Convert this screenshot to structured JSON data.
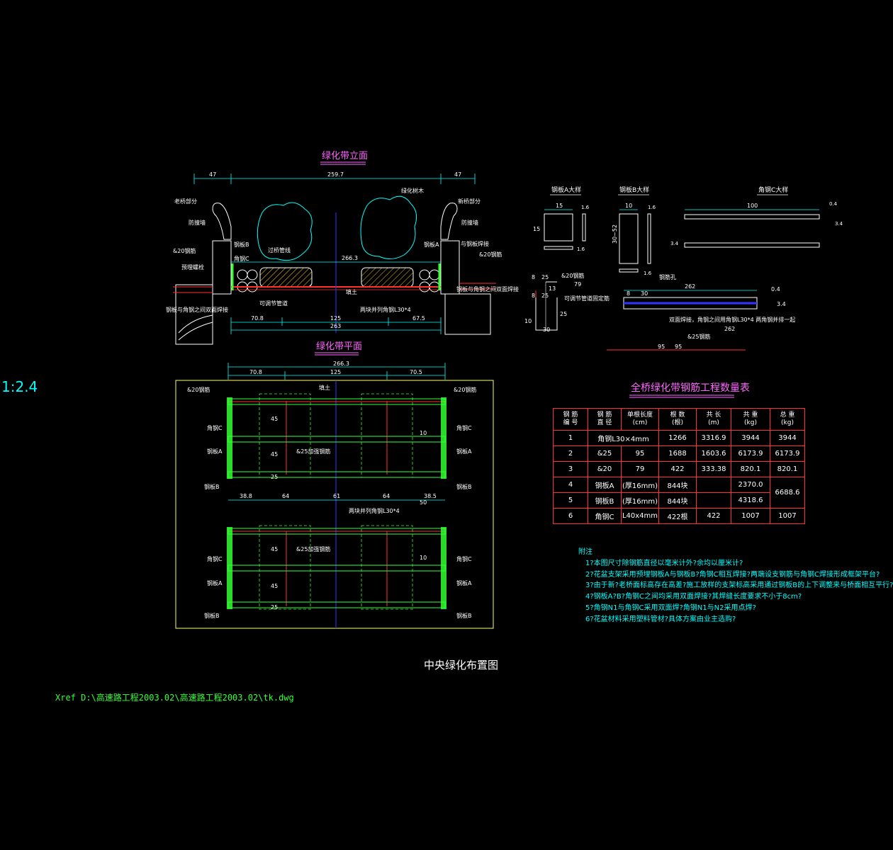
{
  "scale_label": "1:2.4",
  "drawing_title": "中央绿化布置图",
  "xref_path": "Xref D:\\高速路工程2003.02\\高速路工程2003.02\\tk.dwg",
  "elevation": {
    "title": "绿化带立面",
    "dims_top": [
      "47",
      "259.7",
      "47"
    ],
    "dim_inner": "266.3",
    "dims_bottom": [
      "70.8",
      "125",
      "67.5"
    ],
    "dim_total": "263",
    "labels": {
      "old_bridge": "老桥部分",
      "new_bridge": "新桥部分",
      "barrier_l": "防撞墙",
      "barrier_r": "防撞墙",
      "rebar20_l": "&20钢筋",
      "rebar20_r": "&20钢筋",
      "plate_b_l": "钢板B",
      "plate_a_r": "钢板A",
      "angle_c": "角钢C",
      "pipe": "过桥管线",
      "tree": "绿化树木",
      "soil": "填土",
      "drain": "可调节管道",
      "weld": "与钢板焊接",
      "bolt": "预埋螺栓",
      "steel30": "两块并列角钢L30*4",
      "bottom_l": "钢板与角钢之间双面焊接",
      "plate_note_r": "钢板与角钢之间双面焊接"
    }
  },
  "plate_a": {
    "title": "钢板A大样",
    "dims": [
      "15",
      "15",
      "1.6",
      "1.6"
    ]
  },
  "plate_b": {
    "title": "钢板B大样",
    "dims": [
      "10",
      "30~52",
      "1.6",
      "1.6"
    ]
  },
  "angle_c": {
    "title": "角钢C大样",
    "dims": [
      "100",
      "0.4",
      "3.4",
      "3.4"
    ]
  },
  "rebar_detail": {
    "label_a": "&20钢筋",
    "dims": [
      "8",
      "25",
      "79",
      "13",
      "8",
      "25",
      "10",
      "30",
      "25"
    ],
    "note": "可调节管道固定筋"
  },
  "long_detail": {
    "label": "钢筋孔",
    "dims": [
      "8",
      "30",
      "262",
      "0.4",
      "3.4",
      "262"
    ],
    "note": "双面焊接，角钢之间用角钢L30*4 两角钢并排一起",
    "rebar25": "&25钢筋",
    "dim95a": "95",
    "dim95b": "95"
  },
  "plan": {
    "title": "绿化带平面",
    "dim_top": "266.3",
    "dims_top": [
      "70.8",
      "125",
      "70.5"
    ],
    "dims_mid": [
      "38.8",
      "64",
      "61",
      "64",
      "38.5"
    ],
    "label_rebar_l": "&20钢筋",
    "label_rebar_r": "&20钢筋",
    "left_labels": [
      "角钢C",
      "钢板A",
      "钢板B",
      "角钢C",
      "钢板A",
      "钢板B"
    ],
    "right_labels": [
      "角钢C",
      "钢板A",
      "钢板B",
      "角钢C",
      "钢板A",
      "钢板B"
    ],
    "inner_labels": [
      "填土",
      "&25加强钢筋",
      "两块并列角钢L30*4",
      "&25加强钢筋"
    ],
    "side_dims": [
      "45",
      "45",
      "25",
      "10",
      "50",
      "45",
      "45",
      "25",
      "10"
    ]
  },
  "quantity_table": {
    "title": "全桥绿化带钢筋工程数量表",
    "headers": [
      "钢 筋\n编 号",
      "钢 筋\n直 径",
      "单根长度\n(cm)",
      "根 数\n(根)",
      "共 长\n(m)",
      "共 重\n(kg)",
      "总 重\n(kg)"
    ],
    "rows": [
      [
        "1",
        "角钢L30×4mm",
        "",
        "1266",
        "3316.9",
        "3944",
        "3944"
      ],
      [
        "2",
        "&25",
        "95",
        "1688",
        "1603.6",
        "6173.9",
        "6173.9"
      ],
      [
        "3",
        "&20",
        "79",
        "422",
        "333.38",
        "820.1",
        "820.1"
      ],
      [
        "4",
        "钢板A",
        "(厚16mm)",
        "844块",
        "",
        "2370.0",
        "6688.6"
      ],
      [
        "5",
        "钢板B",
        "(厚16mm)",
        "844块",
        "",
        "4318.6",
        ""
      ],
      [
        "6",
        "角钢C",
        "L40x4mm",
        "422根",
        "422",
        "1007",
        "1007"
      ]
    ]
  },
  "notes": {
    "title": "附注",
    "items": [
      "1?本图尺寸除钢筋直径以毫米计外?余均以厘米计?",
      "2?花盆支架采用预埋钢板A与钢板B?角钢C相互焊接?两端设支钢筋与角钢C焊接形成框架平台?",
      "3?由于新?老桥面标高存在高差?施工放样的支架标高采用通过钢板B的上下调整来与桥面相互平行?",
      "4?钢板A?B?角钢C之间均采用双面焊接?其焊缝长度要求不小于8cm?",
      "5?角钢N1与角钢C采用双面焊?角钢N1与N2采用点焊?",
      "6?花盆材料采用塑料管材?具体方案由业主选购?"
    ]
  }
}
